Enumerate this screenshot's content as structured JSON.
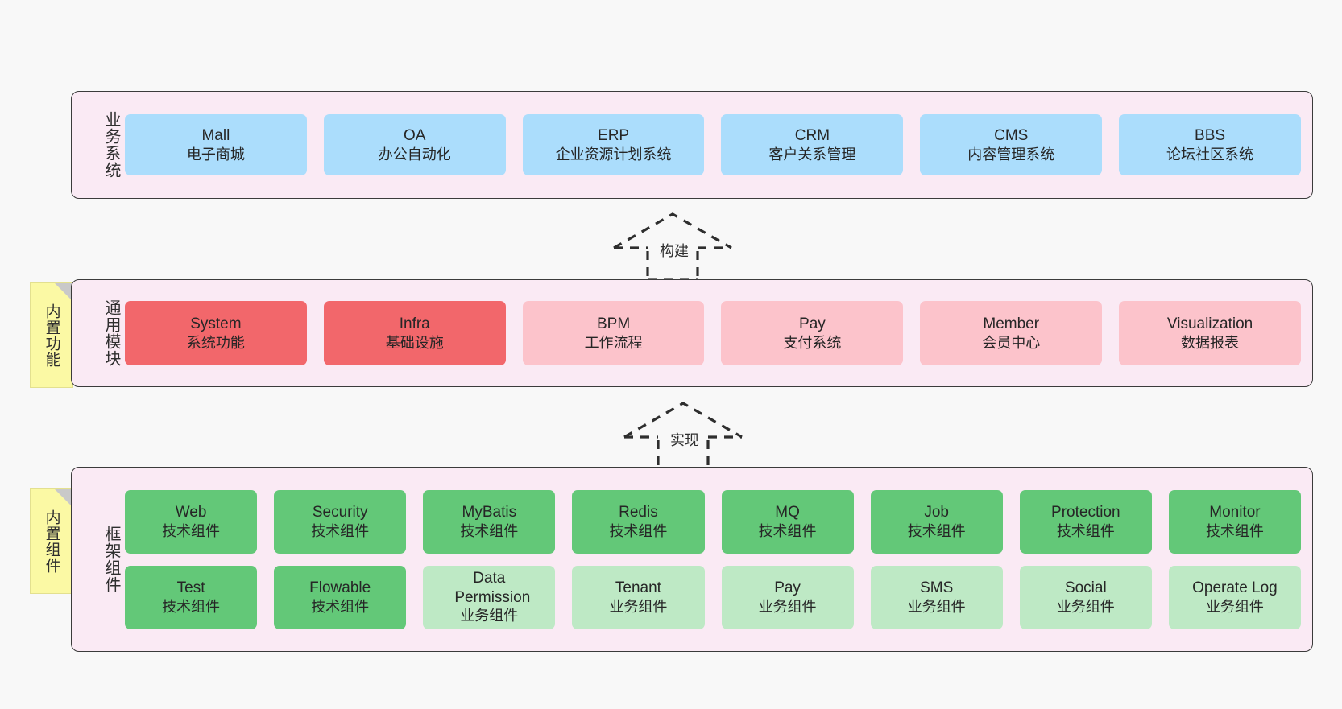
{
  "diagram": {
    "background": "#f8f8f8",
    "layer_fill": "#faeaf4",
    "layer_border": "#3b3b3b",
    "note_fill": "#fbf9a4"
  },
  "layers": [
    {
      "id": "business-system",
      "title": "业务系统",
      "rows": [
        {
          "cards": [
            {
              "name": "Mall",
              "sub": "电子商城",
              "color": "#abddfc",
              "style": "c-blue"
            },
            {
              "name": "OA",
              "sub": "办公自动化",
              "color": "#abddfc",
              "style": "c-blue"
            },
            {
              "name": "ERP",
              "sub": "企业资源计划系统",
              "color": "#abddfc",
              "style": "c-blue"
            },
            {
              "name": "CRM",
              "sub": "客户关系管理",
              "color": "#abddfc",
              "style": "c-blue"
            },
            {
              "name": "CMS",
              "sub": "内容管理系统",
              "color": "#abddfc",
              "style": "c-blue"
            },
            {
              "name": "BBS",
              "sub": "论坛社区系统",
              "color": "#abddfc",
              "style": "c-blue"
            }
          ]
        }
      ]
    },
    {
      "id": "common-modules",
      "title": "通用模块",
      "note": "内置功能",
      "rows": [
        {
          "cards": [
            {
              "name": "System",
              "sub": "系统功能",
              "color": "#f2676b",
              "style": "c-red"
            },
            {
              "name": "Infra",
              "sub": "基础设施",
              "color": "#f2676b",
              "style": "c-red"
            },
            {
              "name": "BPM",
              "sub": "工作流程",
              "color": "#fcc3cb",
              "style": "c-pink"
            },
            {
              "name": "Pay",
              "sub": "支付系统",
              "color": "#fcc3cb",
              "style": "c-pink"
            },
            {
              "name": "Member",
              "sub": "会员中心",
              "color": "#fcc3cb",
              "style": "c-pink"
            },
            {
              "name": "Visualization",
              "sub": "数据报表",
              "color": "#fcc3cb",
              "style": "c-pink"
            }
          ]
        }
      ]
    },
    {
      "id": "framework-components",
      "title": "框架组件",
      "note": "内置组件",
      "rows": [
        {
          "cards": [
            {
              "name": "Web",
              "sub": "技术组件",
              "color": "#63c878",
              "style": "c-green"
            },
            {
              "name": "Security",
              "sub": "技术组件",
              "color": "#63c878",
              "style": "c-green"
            },
            {
              "name": "MyBatis",
              "sub": "技术组件",
              "color": "#63c878",
              "style": "c-green"
            },
            {
              "name": "Redis",
              "sub": "技术组件",
              "color": "#63c878",
              "style": "c-green"
            },
            {
              "name": "MQ",
              "sub": "技术组件",
              "color": "#63c878",
              "style": "c-green"
            },
            {
              "name": "Job",
              "sub": "技术组件",
              "color": "#63c878",
              "style": "c-green"
            },
            {
              "name": "Protection",
              "sub": "技术组件",
              "color": "#63c878",
              "style": "c-green"
            },
            {
              "name": "Monitor",
              "sub": "技术组件",
              "color": "#63c878",
              "style": "c-green"
            }
          ]
        },
        {
          "cards": [
            {
              "name": "Test",
              "sub": "技术组件",
              "color": "#63c878",
              "style": "c-green"
            },
            {
              "name": "Flowable",
              "sub": "技术组件",
              "color": "#63c878",
              "style": "c-green"
            },
            {
              "name": "Data Permission",
              "sub": "业务组件",
              "color": "#bee9c5",
              "style": "c-lightgreen"
            },
            {
              "name": "Tenant",
              "sub": "业务组件",
              "color": "#bee9c5",
              "style": "c-lightgreen"
            },
            {
              "name": "Pay",
              "sub": "业务组件",
              "color": "#bee9c5",
              "style": "c-lightgreen"
            },
            {
              "name": "SMS",
              "sub": "业务组件",
              "color": "#bee9c5",
              "style": "c-lightgreen"
            },
            {
              "name": "Social",
              "sub": "业务组件",
              "color": "#bee9c5",
              "style": "c-lightgreen"
            },
            {
              "name": "Operate Log",
              "sub": "业务组件",
              "color": "#bee9c5",
              "style": "c-lightgreen"
            }
          ]
        }
      ]
    }
  ],
  "arrows": [
    {
      "id": "arrow-build",
      "label": "构建"
    },
    {
      "id": "arrow-implement",
      "label": "实现"
    }
  ]
}
